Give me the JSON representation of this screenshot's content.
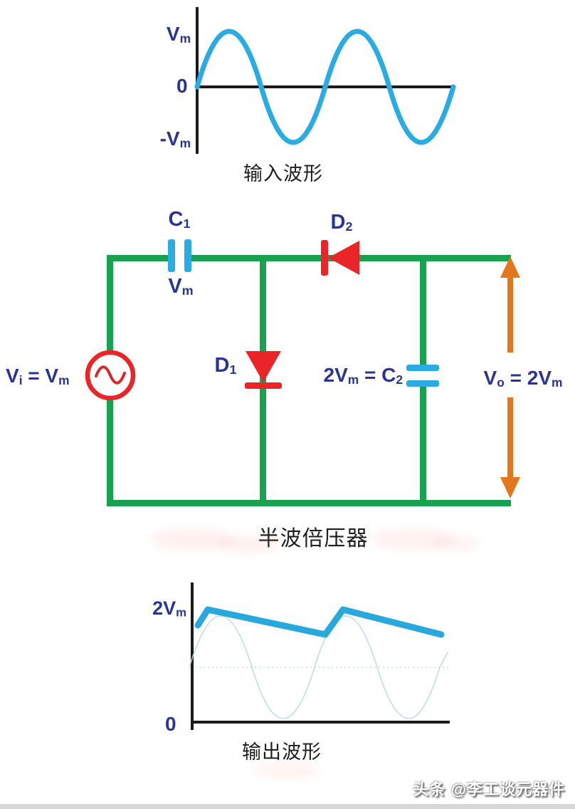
{
  "colors": {
    "wire_green": "#18A24F",
    "component_red": "#E92528",
    "capacitor_cyan": "#2AACE2",
    "arrow_orange": "#E2771E",
    "label_navy": "#2B3396",
    "waveform_cyan": "#29A8DC",
    "axis_black": "#1a1a1a"
  },
  "input_waveform": {
    "type": "sine",
    "cycles": 2,
    "label_vm": [
      {
        "t": "V"
      },
      {
        "s": "m"
      }
    ],
    "label_zero": "0",
    "label_neg_vm": [
      {
        "t": "-V"
      },
      {
        "s": "m"
      }
    ],
    "caption": "输入波形"
  },
  "circuit": {
    "caption": "半波倍压器",
    "source_label": [
      {
        "t": "V"
      },
      {
        "s": "i"
      },
      {
        "t": " = V"
      },
      {
        "s": "m"
      }
    ],
    "c1_label": [
      {
        "t": "C"
      },
      {
        "s": "1"
      }
    ],
    "c1_voltage_label": [
      {
        "t": "V"
      },
      {
        "s": "m"
      }
    ],
    "d1_label": [
      {
        "t": "D"
      },
      {
        "s": "1"
      }
    ],
    "d2_label": [
      {
        "t": "D"
      },
      {
        "s": "2"
      }
    ],
    "c2_label": [
      {
        "t": "2V"
      },
      {
        "s": "m"
      },
      {
        "t": " = C"
      },
      {
        "s": "2"
      }
    ],
    "output_voltage_label": [
      {
        "t": "V"
      },
      {
        "s": "o"
      },
      {
        "t": " =  2V"
      },
      {
        "s": "m"
      }
    ]
  },
  "output_waveform": {
    "type": "ripple-near-2Vm",
    "label_2vm": [
      {
        "t": "2V"
      },
      {
        "s": "m"
      }
    ],
    "label_zero": "0",
    "caption": "输出波形"
  },
  "watermark": "头条 @李工谈元器件"
}
